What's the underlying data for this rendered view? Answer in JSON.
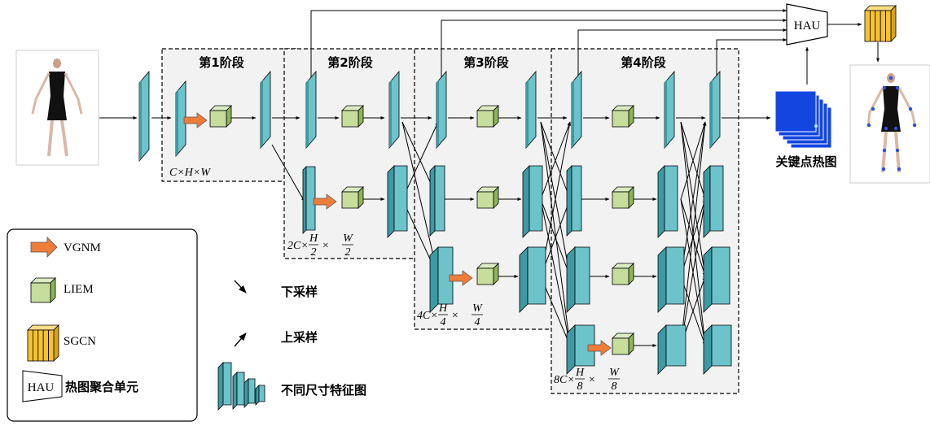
{
  "stages": [
    {
      "label": "第1阶段",
      "dim": "C×H×W"
    },
    {
      "label": "第2阶段",
      "dim_prefix": "2C×",
      "frac_num_1": "H",
      "frac_den_1": "2",
      "frac_num_2": "W",
      "frac_den_2": "2"
    },
    {
      "label": "第3阶段",
      "dim_prefix": "4C×",
      "frac_num_1": "H",
      "frac_den_1": "4",
      "frac_num_2": "W",
      "frac_den_2": "4"
    },
    {
      "label": "第4阶段",
      "dim_prefix": "8C×",
      "frac_num_1": "H",
      "frac_den_1": "8",
      "frac_num_2": "W",
      "frac_den_2": "8"
    }
  ],
  "hau_label": "HAU",
  "times": "×",
  "heatmap_label": "关键点热图",
  "legend": {
    "vgnm": "VGNM",
    "liem": "LIEM",
    "sgcn": "SGCN",
    "hau_box": "HAU",
    "hau_desc": "热图聚合单元"
  },
  "center_legend": {
    "downsample": "下采样",
    "upsample": "上采样",
    "feature_maps": "不同尺寸特征图"
  },
  "colors": {
    "feature_front": "#6cc3ca",
    "feature_side": "#3d9aa5",
    "liem_front": "#c6dd9c",
    "liem_side": "#8fb35b",
    "sgcn": "#f6c22f",
    "vgnm": "#ef7d3a",
    "stage_bg": "#f2f2f2",
    "heatmap": "#1346e0"
  }
}
